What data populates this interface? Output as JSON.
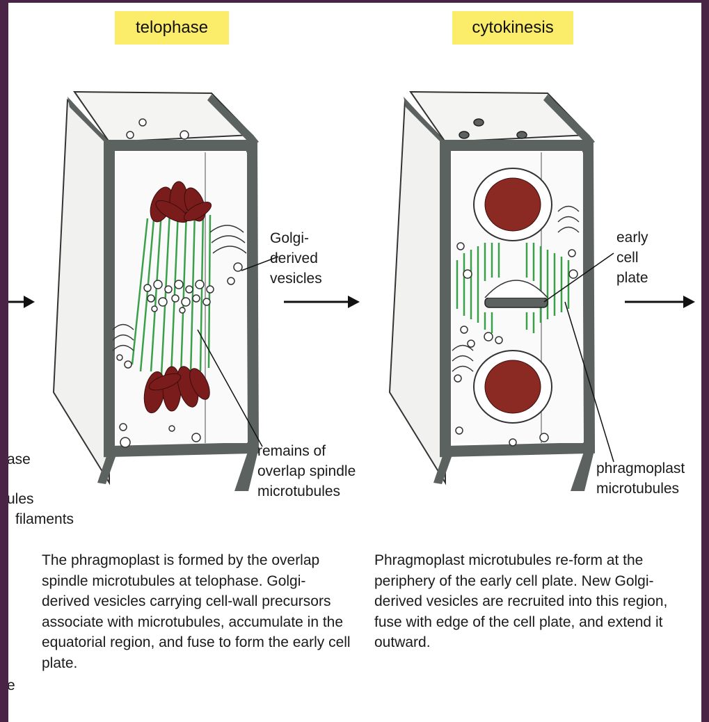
{
  "stages": {
    "telophase": "telophase",
    "cytokinesis": "cytokinesis"
  },
  "labels": {
    "golgi_vesicles": "Golgi-\nderived\nvesicles",
    "remains_spindle": "remains of\noverlap spindle\nmicrotubules",
    "early_cell_plate": "early\ncell\nplate",
    "phragmoplast_mt": "phragmoplast\nmicrotubules"
  },
  "cropped_left": {
    "line1": "ase",
    "line2": "ules",
    "line3": "filaments",
    "line4": "e"
  },
  "captions": {
    "telophase": "The phragmoplast is formed by the overlap spindle microtubules at telophase. Golgi-derived vesicles carrying cell-wall precursors associate with microtubules, accumulate in the equatorial region, and fuse to form the early cell plate.",
    "cytokinesis": "Phragmoplast microtubules re-form at the periphery of the early cell plate. New Golgi-derived vesicles are recruited into this region, fuse with edge of the cell plate, and extend it outward."
  },
  "colors": {
    "background": "#4a2445",
    "label_highlight": "#fbec6a",
    "cell_wall": "#5c625f",
    "chromosomes": "#7a1c1c",
    "microtubules": "#3aa04a"
  }
}
